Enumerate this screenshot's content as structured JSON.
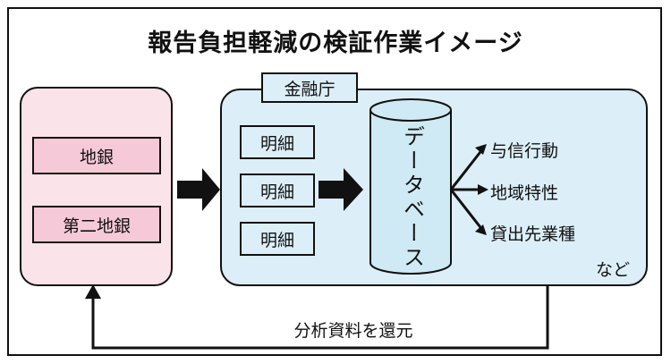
{
  "title": "報告負担軽減の検証作業イメージ",
  "banks": {
    "items": [
      "地銀",
      "第二地銀"
    ]
  },
  "fsa": {
    "label": "金融庁",
    "details": [
      "明細",
      "明細",
      "明細"
    ],
    "database": "データベース",
    "outputs": [
      "与信行動",
      "地域特性",
      "貸出先業種"
    ],
    "etc": "など"
  },
  "feedback": {
    "label": "分析資料を還元"
  },
  "colors": {
    "bank_panel": "#fbe3ea",
    "bank_box": "#f6c9d8",
    "fsa_panel": "#dceef8",
    "database": "#cfeaf4",
    "line": "#111111"
  }
}
